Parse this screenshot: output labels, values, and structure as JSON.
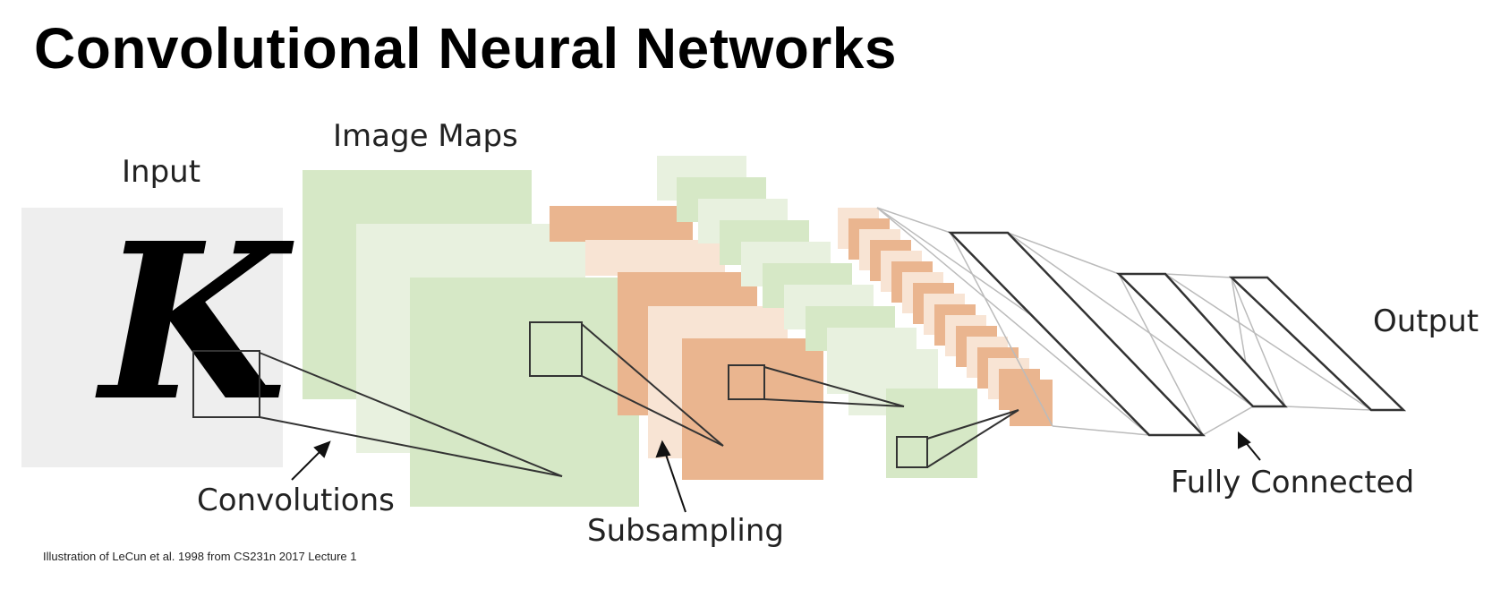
{
  "title": "Convolutional Neural Networks",
  "labels": {
    "input": "Input",
    "image_maps": "Image Maps",
    "convolutions": "Convolutions",
    "subsampling": "Subsampling",
    "fully_connected": "Fully Connected",
    "output": "Output"
  },
  "input_glyph": "K",
  "caption": "Illustration of LeCun et al. 1998 from CS231n 2017 Lecture 1",
  "colors": {
    "input_bg": "#eeeeee",
    "conv_green": "#d6e8c6",
    "conv_green_light": "#e8f1df",
    "pool_orange": "#eab58f",
    "pool_orange_light": "#f8e4d4",
    "line_dark": "#333333",
    "line_light": "#bbbbbb"
  }
}
